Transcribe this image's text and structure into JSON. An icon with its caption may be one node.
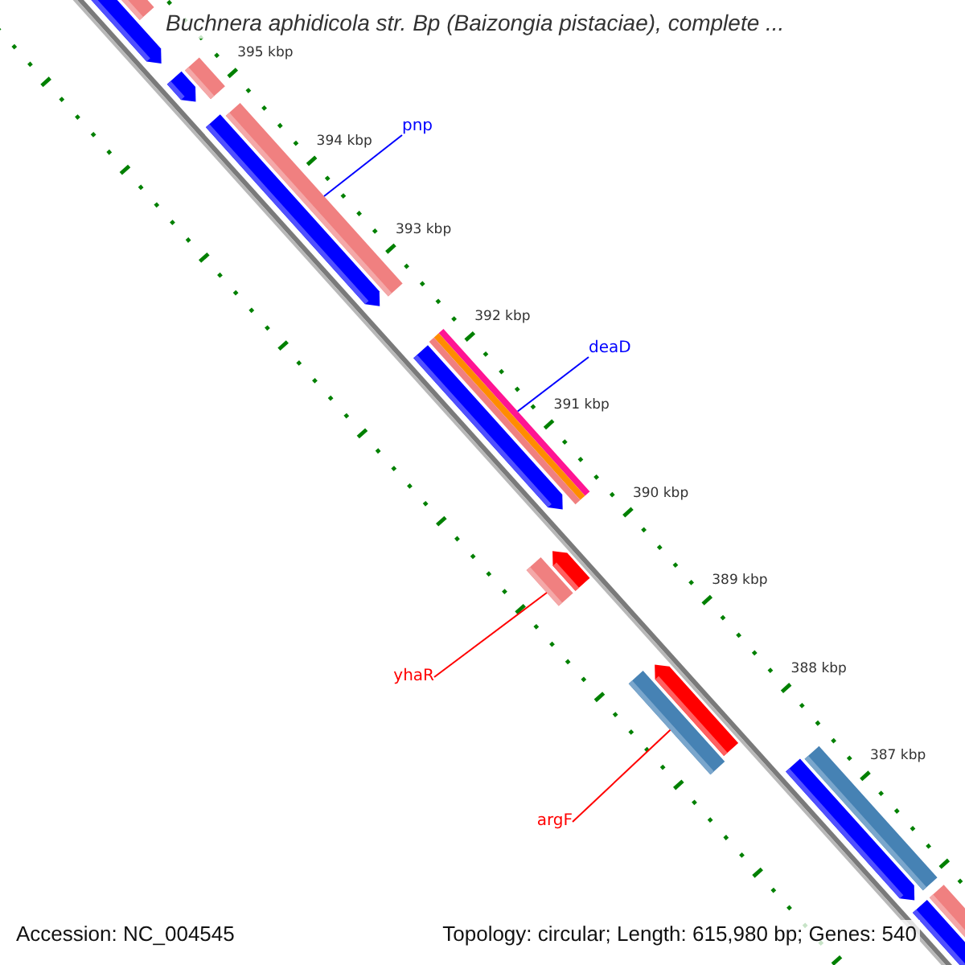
{
  "diagram": {
    "title": "Buchnera aphidicola str. Bp (Baizongia pistaciae), complete ...",
    "nodes": [
      {
        "text": [],
        "shape": "bar"
      },
      {
        "text": [],
        "shape": "bar"
      },
      {
        "text": [],
        "shape": "bar"
      },
      {
        "text": [],
        "shape": "bar"
      },
      {
        "text": [
          "pnp"
        ]
      },
      {
        "text": [],
        "shape": "bar"
      },
      {
        "text": [],
        "shape": "bar"
      },
      {
        "text": [
          "deaD"
        ]
      },
      {
        "text": [],
        "shape": "bar"
      },
      {
        "text": [],
        "shape": "bar"
      },
      {
        "text": [
          "yhaR"
        ]
      },
      {
        "text": [],
        "shape": "bar"
      },
      {
        "text": [],
        "shape": "bar"
      },
      {
        "text": [
          "argF"
        ]
      },
      {
        "text": [],
        "shape": "bar"
      },
      {
        "text": [],
        "shape": "bar"
      },
      {
        "text": [],
        "shape": "bar"
      },
      {
        "text": [],
        "shape": "bar"
      },
      {
        "text": [],
        "shape": "bar"
      },
      {
        "text": [],
        "shape": "bar"
      }
    ],
    "edges": [
      {
        "from": 4,
        "to": 6,
        "arrow": "none"
      },
      {
        "from": 7,
        "to": 9,
        "arrow": "none"
      },
      {
        "from": 10,
        "to": 11,
        "arrow": "none",
        "color": "#ff0000"
      },
      {
        "from": 13,
        "to": 14,
        "arrow": "none",
        "color": "#ff0000"
      }
    ],
    "labels": [
      "395 kbp",
      "394 kbp",
      "393 kbp",
      "392 kbp",
      "391 kbp",
      "390 kbp",
      "389 kbp",
      "388 kbp",
      "387 kbp",
      "Accession: NC_004545",
      "Topology: circular; Length: 615,980 bp; Genes: 540"
    ]
  }
}
